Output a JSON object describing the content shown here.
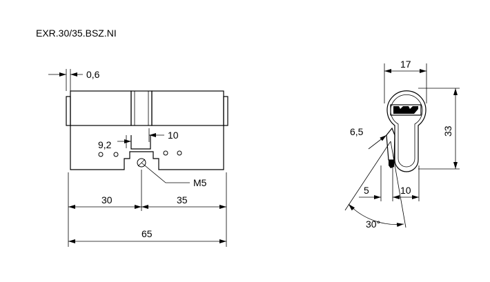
{
  "title": "EXR.30/35.BSZ.NI",
  "front_view": {
    "dim_flange": "0,6",
    "dim_cam_width": "10",
    "dim_cam_gap": "9,2",
    "dim_screw": "M5",
    "dim_left": "30",
    "dim_right": "35",
    "dim_total": "65"
  },
  "side_view": {
    "dim_width": "17",
    "dim_height": "33",
    "dim_radius": "6,5",
    "dim_offset": "5",
    "dim_lower": "10",
    "dim_angle": "30°"
  }
}
